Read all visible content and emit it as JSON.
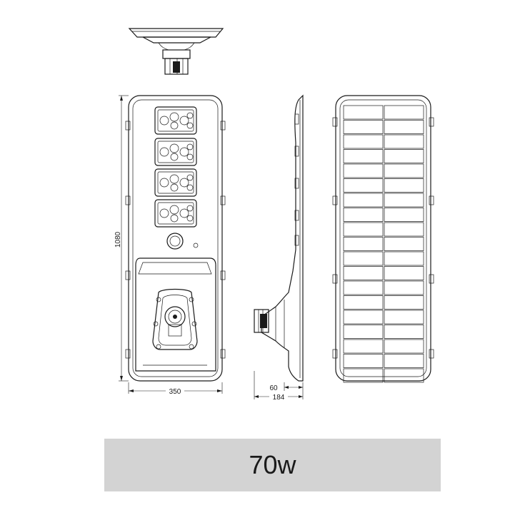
{
  "dimensions": {
    "height": "1080",
    "width": "350",
    "depth_outer": "184",
    "depth_inner": "60"
  },
  "power_label": "70w"
}
